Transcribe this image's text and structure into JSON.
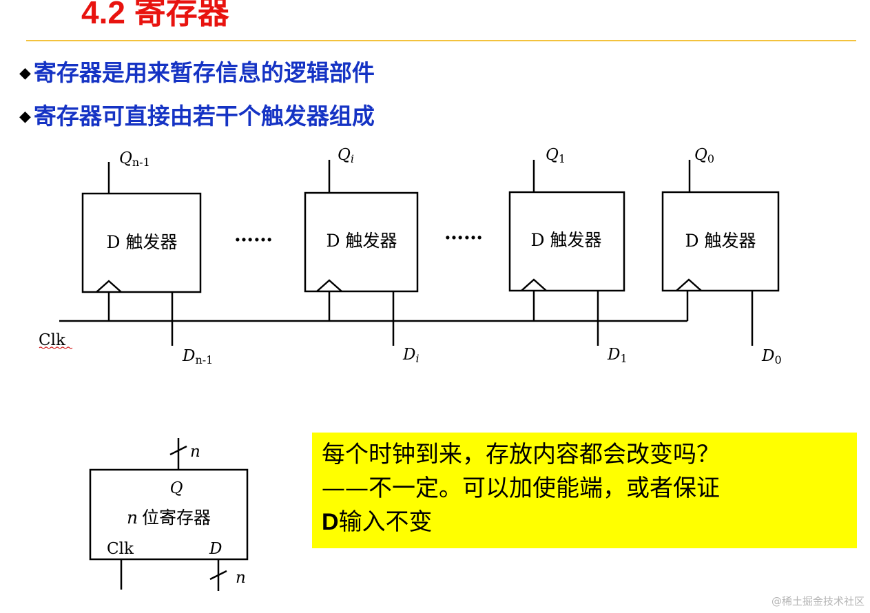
{
  "page": {
    "title": "4.2 寄存器"
  },
  "bullets": [
    {
      "marker": "◆",
      "text": "寄存器是用来暂存信息的逻辑部件"
    },
    {
      "marker": "◆",
      "text": "寄存器可直接由若干个触发器组成"
    }
  ],
  "register_diagram": {
    "flipflop_label": "D 触发器",
    "ellipsis": "……",
    "clock_label": "Clk",
    "flipflops": [
      {
        "q_main": "Q",
        "q_sub": "n-1",
        "d_main": "D",
        "d_sub": "n-1"
      },
      {
        "q_main": "Q",
        "q_sub": "i",
        "d_main": "D",
        "d_sub": "i"
      },
      {
        "q_main": "Q",
        "q_sub": "1",
        "d_main": "D",
        "d_sub": "1"
      },
      {
        "q_main": "Q",
        "q_sub": "0",
        "d_main": "D",
        "d_sub": "0"
      }
    ]
  },
  "register_symbol": {
    "width_label": "n",
    "q_label": "Q",
    "name_prefix": "n",
    "name_text": "位寄存器",
    "clk_label": "Clk",
    "d_label": "D"
  },
  "callout": {
    "line1": "每个时钟到来，存放内容都会改变吗？",
    "line2": "——不一定。可以加使能端，或者保证",
    "line3_bold": "D",
    "line3_rest": "输入不变",
    "bg_color": "#ffff00"
  },
  "watermark": "@稀土掘金技术社区",
  "colors": {
    "title": "#e8130f",
    "bullet_text": "#1533c4",
    "rule": "#f3c23d"
  }
}
